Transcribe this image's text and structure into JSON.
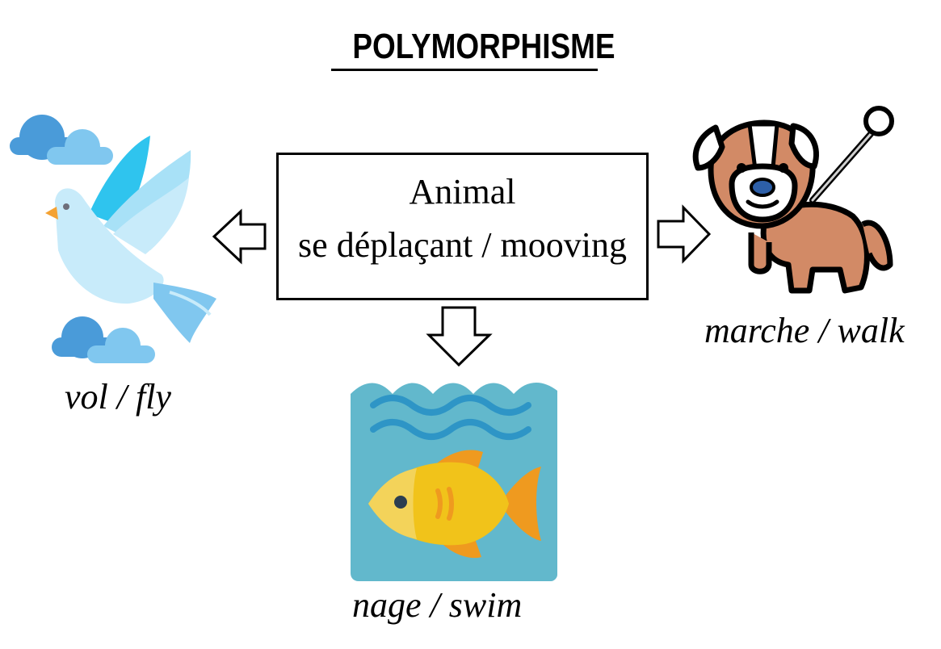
{
  "title": "POLYMORPHISME",
  "center_box": {
    "line1": "Animal",
    "line2": "se déplaçant / mooving"
  },
  "branches": {
    "fly": {
      "label": "vol / fly",
      "icon": "bird-with-clouds-icon"
    },
    "walk": {
      "label": "marche / walk",
      "icon": "dog-on-leash-icon"
    },
    "swim": {
      "label": "nage / swim",
      "icon": "fish-in-water-icon"
    }
  },
  "colors": {
    "water": "#62B8CC",
    "wave": "#2E95C6",
    "fish_body": "#F1C31A",
    "fish_fin": "#EF9A1F",
    "bird_body": "#C8EBFA",
    "bird_wing": "#2FC4EE",
    "cloud": "#4A9BD9",
    "dog_fur": "#D28A66",
    "dog_ear": "#FFFFFF",
    "dog_nose": "#2D5FA8"
  }
}
